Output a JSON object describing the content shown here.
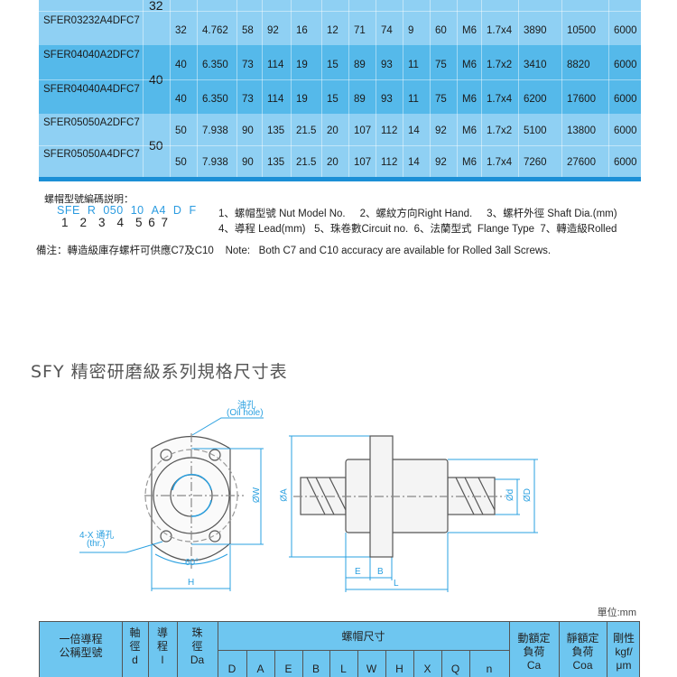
{
  "spec_table": {
    "groups": [
      {
        "shaft": "32",
        "shade": "light",
        "rows": [
          {
            "model": "",
            "values": []
          },
          {
            "model": "SFER03232A4DFC7",
            "values": [
              "32",
              "4.762",
              "58",
              "92",
              "16",
              "12",
              "71",
              "74",
              "9",
              "60",
              "M6",
              "1.7x4",
              "3890",
              "10500",
              "6000"
            ]
          }
        ]
      },
      {
        "shaft": "40",
        "shade": "dark",
        "rows": [
          {
            "model": "SFER04040A2DFC7",
            "values": [
              "40",
              "6.350",
              "73",
              "114",
              "19",
              "15",
              "89",
              "93",
              "11",
              "75",
              "M6",
              "1.7x2",
              "3410",
              "8820",
              "6000"
            ]
          },
          {
            "model": "SFER04040A4DFC7",
            "values": [
              "40",
              "6.350",
              "73",
              "114",
              "19",
              "15",
              "89",
              "93",
              "11",
              "75",
              "M6",
              "1.7x4",
              "6200",
              "17600",
              "6000"
            ]
          }
        ]
      },
      {
        "shaft": "50",
        "shade": "light",
        "rows": [
          {
            "model": "SFER05050A2DFC7",
            "values": [
              "50",
              "7.938",
              "90",
              "135",
              "21.5",
              "20",
              "107",
              "112",
              "14",
              "92",
              "M6",
              "1.7x2",
              "5100",
              "13800",
              "6000"
            ]
          },
          {
            "model": "SFER05050A4DFC7",
            "values": [
              "50",
              "7.938",
              "90",
              "135",
              "21.5",
              "20",
              "107",
              "112",
              "14",
              "92",
              "M6",
              "1.7x4",
              "7260",
              "27600",
              "6000"
            ]
          }
        ]
      }
    ],
    "colors": {
      "light": "#8fd0f3",
      "dark": "#55b9ea",
      "bar": "#1b8fd6"
    }
  },
  "coding": {
    "title": "螺帽型號編碼説明：",
    "code_parts": [
      "SFE",
      "R",
      "050",
      "10",
      "A4",
      "D",
      "F"
    ],
    "numbers": "1  2  3  4  5 6 7",
    "line1": "1、螺帽型號 Nut Model No.     2、螺紋方向Right Hand.     3、螺杆外徑 Shaft Dia.(mm)",
    "line2": "4、導程 Lead(mm)   5、珠卷數Circuit no.  6、法蘭型式  Flange Type  7、轉造級Rolled",
    "note": "備注：轉造級庫存螺杆可供應C7及C10    Note:   Both C7 and C10 accuracy are available for Rolled 3all Screws.",
    "code_color": "#2a9be0"
  },
  "sfy": {
    "title": "SFY 精密研磨級系列規格尺寸表",
    "drawing": {
      "oil_hole_cn": "油孔",
      "oil_hole_en": "(Oil hole)",
      "thru_cn": "4-X 通孔",
      "thru_en": "(thr.)",
      "angle": "60°",
      "H": "H",
      "W": "ØW",
      "A": "ØA",
      "d": "Ød",
      "D": "ØD",
      "E": "E",
      "B": "B",
      "L": "L"
    },
    "unit": "單位:mm",
    "header": {
      "model": [
        "一倍導程",
        "公稱型號"
      ],
      "shaft": [
        "軸",
        "徑",
        "d"
      ],
      "lead": [
        "導",
        "程",
        "l"
      ],
      "ball": [
        "珠",
        "徑",
        "Da"
      ],
      "nut": "螺帽尺寸",
      "nut_cols": [
        "D",
        "A",
        "E",
        "B",
        "L",
        "W",
        "H",
        "X",
        "Q",
        "n"
      ],
      "ca": [
        "動額定",
        "負荷",
        "Ca"
      ],
      "coa": [
        "靜額定",
        "負荷",
        "Coa"
      ],
      "k": [
        "剛性",
        "kgf/",
        "μm"
      ]
    }
  }
}
